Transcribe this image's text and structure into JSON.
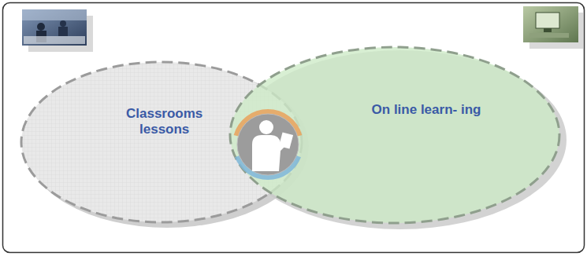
{
  "diagram": {
    "nodes": [
      {
        "text": [
          "Classrooms lessons"
        ]
      },
      {
        "text": [
          "eTutor"
        ]
      },
      {
        "text": [
          "On line learn- ing"
        ]
      }
    ]
  }
}
